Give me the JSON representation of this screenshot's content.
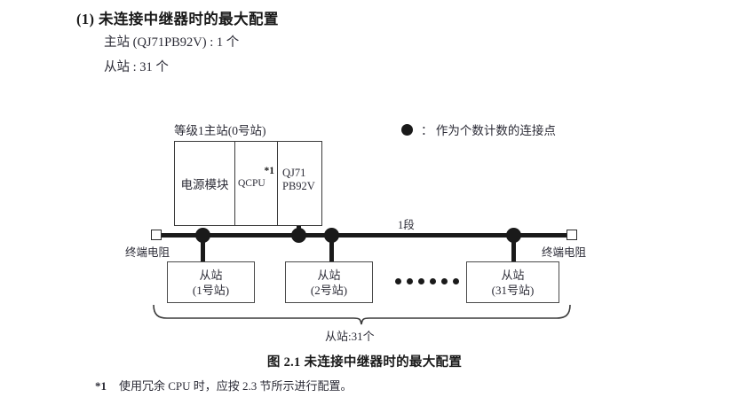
{
  "heading": {
    "number": "(1)",
    "title": "未连接中继器时的最大配置",
    "full_title": "(1) 未连接中继器时的最大配置",
    "lines": [
      "主站 (QJ71PB92V) : 1 个",
      "从站 : 31 个"
    ],
    "master_line": "主站 (QJ71PB92V) : 1 个",
    "slave_line": "从站 : 31 个"
  },
  "legend": {
    "symbol": "filled-circle",
    "separator": "：",
    "text": "： 作为个数计数的连接点"
  },
  "diagram": {
    "master": {
      "title": "等级1主站(0号站)",
      "cells": [
        {
          "label": "电源模块",
          "note": ""
        },
        {
          "label": "QCPU",
          "note": "*1"
        },
        {
          "label": "QJ71\nPB92V",
          "line1": "QJ71",
          "line2": "PB92V",
          "note": ""
        }
      ],
      "power_label": "电源模块",
      "qcpu_label": "QCPU",
      "qcpu_note": "*1",
      "pb92v_line1": "QJ71",
      "pb92v_line2": "PB92V"
    },
    "segment_label": "1段",
    "terminator_left": "终端电阻",
    "terminator_right": "终端电阻",
    "ellipsis_dots": 6,
    "slaves": [
      {
        "name": "从站",
        "station": "(1号站)"
      },
      {
        "name": "从站",
        "station": "(2号站)"
      },
      {
        "name": "从站",
        "station": "(31号站)"
      }
    ],
    "brace_label": "从站:31个",
    "connection_dots": 4
  },
  "figure": {
    "caption": "图 2.1  未连接中继器时的最大配置"
  },
  "footnote": {
    "mark": "*1",
    "text": "使用冗余 CPU 时，应按 2.3 节所示进行配置。"
  },
  "colors": {
    "text": "#2b2b36",
    "heading": "#1a1a1a",
    "line": "#1a1a1a",
    "box_border": "#4a4a4a",
    "background": "#ffffff"
  }
}
